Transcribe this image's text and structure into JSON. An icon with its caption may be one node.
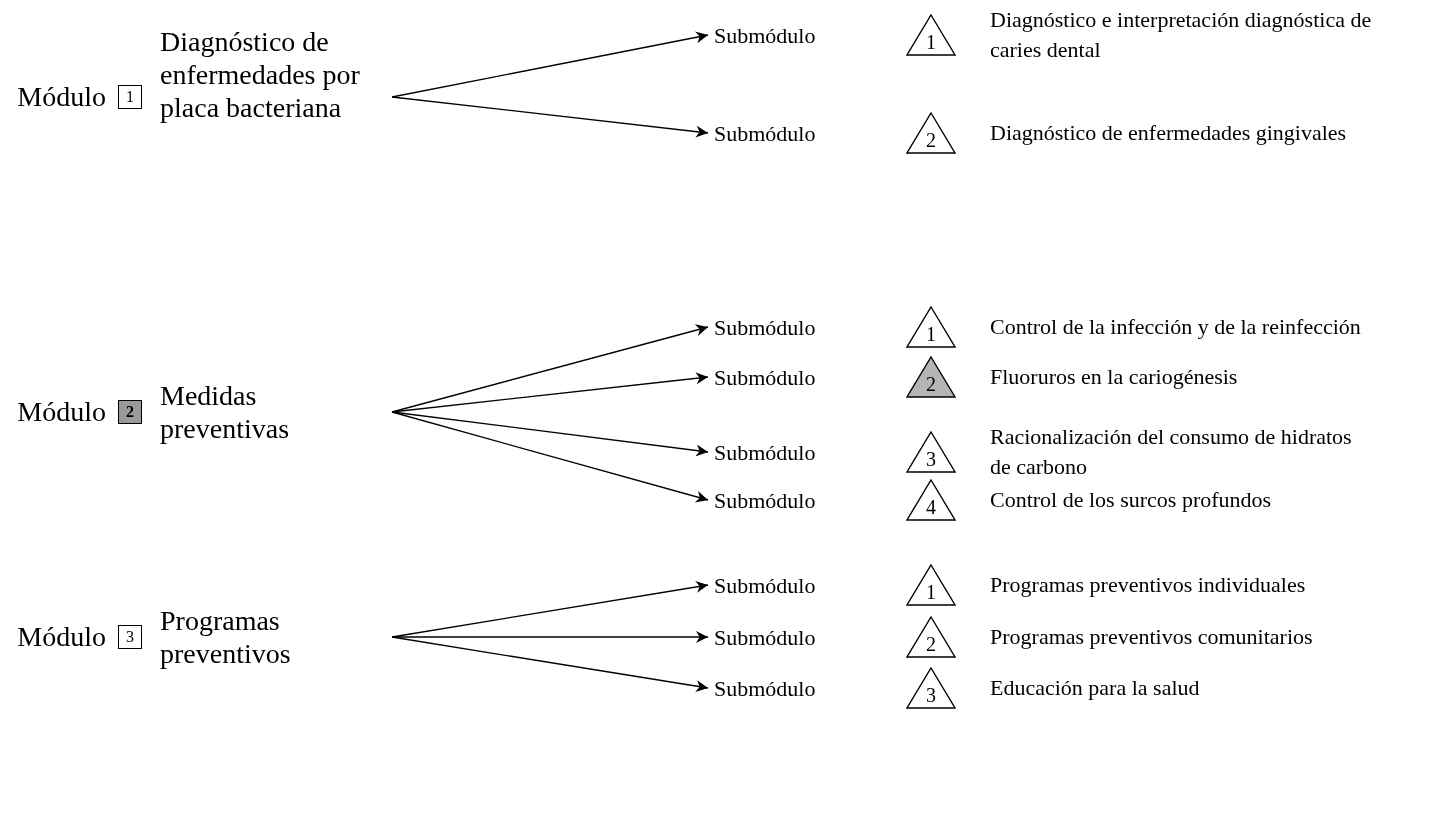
{
  "diagram": {
    "nodes": [
      {
        "text": [
          "1"
        ],
        "beside": [
          "Módulo"
        ]
      },
      {
        "text": [
          "Diagnóstico de enfermedades por placa bacteriana"
        ]
      },
      {
        "text": [
          "Submódulo"
        ]
      },
      {
        "text": [
          "1"
        ],
        "beside": [
          "Diagnóstico e interpretación diagnóstica de caries dental"
        ]
      },
      {
        "text": [
          "Submódulo"
        ]
      },
      {
        "text": [
          "2"
        ],
        "beside": [
          "Diagnóstico de enfermedades gingivales"
        ]
      },
      {
        "text": [
          "2"
        ],
        "beside": [
          "Módulo"
        ]
      },
      {
        "text": [
          "Medidas preventivas"
        ]
      },
      {
        "text": [
          "Submódulo"
        ]
      },
      {
        "text": [
          "1"
        ],
        "beside": [
          "Control de la infección y de la reinfección"
        ]
      },
      {
        "text": [
          "Submódulo"
        ]
      },
      {
        "text": [
          "2"
        ],
        "beside": [
          "Fluoruros en la cariogénesis"
        ]
      },
      {
        "text": [
          "Submódulo"
        ]
      },
      {
        "text": [
          "3"
        ],
        "beside": [
          "Racionalización del consumo de hidratos de carbono"
        ]
      },
      {
        "text": [
          "Submódulo"
        ]
      },
      {
        "text": [
          "4"
        ],
        "beside": [
          "Control de los surcos profundos"
        ]
      },
      {
        "text": [
          "3"
        ],
        "beside": [
          "Módulo"
        ]
      },
      {
        "text": [
          "Programas preventivos"
        ]
      },
      {
        "text": [
          "Submódulo"
        ]
      },
      {
        "text": [
          "1"
        ],
        "beside": [
          "Programas preventivos individuales"
        ]
      },
      {
        "text": [
          "Submódulo"
        ]
      },
      {
        "text": [
          "2"
        ],
        "beside": [
          "Programas preventivos comunitarios"
        ]
      },
      {
        "text": [
          "Submódulo"
        ]
      },
      {
        "text": [
          "3"
        ],
        "beside": [
          "Educación para la salud"
        ]
      }
    ],
    "edges": [
      {
        "from": 1,
        "to": 2,
        "arrow": "to"
      },
      {
        "from": 1,
        "to": 4,
        "arrow": "to"
      },
      {
        "from": 7,
        "to": 8,
        "arrow": "to"
      },
      {
        "from": 7,
        "to": 10,
        "arrow": "to"
      },
      {
        "from": 7,
        "to": 12,
        "arrow": "to"
      },
      {
        "from": 7,
        "to": 14,
        "arrow": "to"
      },
      {
        "from": 17,
        "to": 18,
        "arrow": "to"
      },
      {
        "from": 17,
        "to": 20,
        "arrow": "to"
      },
      {
        "from": 17,
        "to": 22,
        "arrow": "to"
      }
    ]
  }
}
